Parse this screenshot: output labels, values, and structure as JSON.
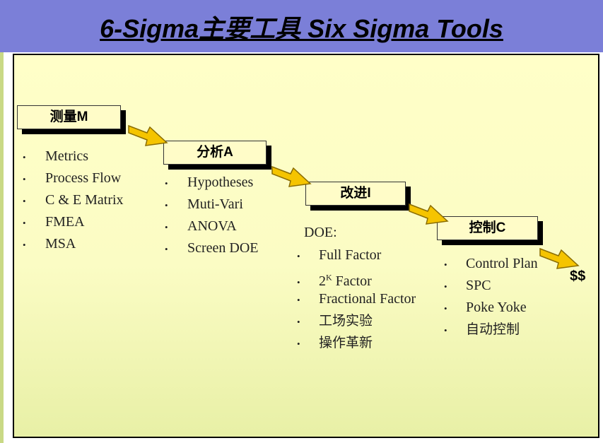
{
  "header": {
    "title": "6-Sigma主要工具 Six Sigma Tools",
    "background": "#7b7fd8"
  },
  "steps": [
    {
      "label": "测量M",
      "items": [
        "Metrics",
        "Process Flow",
        "C & E Matrix",
        "FMEA",
        "MSA"
      ]
    },
    {
      "label": "分析A",
      "items": [
        "Hypotheses",
        "Muti-Vari",
        "ANOVA",
        "Screen DOE"
      ]
    },
    {
      "label": "改进I",
      "sublabel": "DOE:",
      "items": [
        "Full Factor",
        "2",
        "K",
        "Factor",
        "Fractional Factor",
        "工场实验",
        "操作革新"
      ]
    },
    {
      "label": "控制C",
      "items": [
        "Control Plan",
        "SPC",
        "Poke Yoke",
        "自动控制"
      ]
    }
  ],
  "result": "$$",
  "colors": {
    "arrow_fill": "#f5c400",
    "arrow_stroke": "#8a6d00",
    "panel": "#fbfcc4"
  }
}
